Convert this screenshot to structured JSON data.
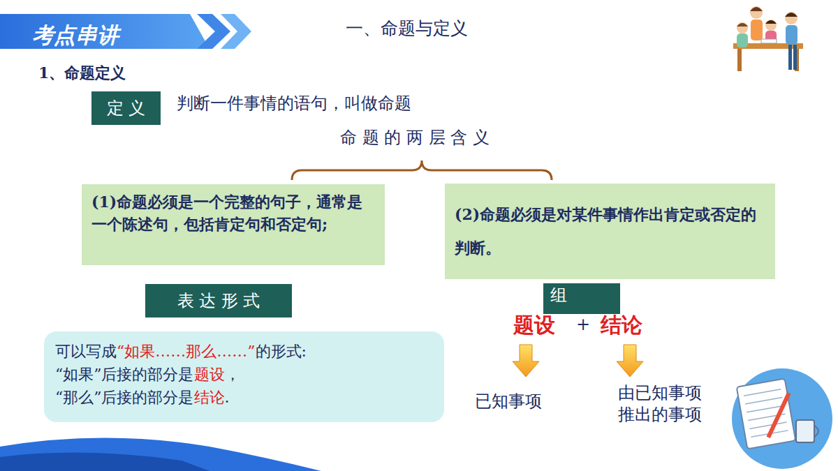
{
  "diagram": {
    "title": "一、命题与定义",
    "nodes": [
      {
        "text": [
          "考点串讲"
        ]
      },
      {
        "text": [
          "定 义"
        ]
      },
      {
        "text": [
          "(1)命题必须是一个完整的句子，通常是一个陈述句，包括肯定句和否定句;"
        ]
      },
      {
        "text": [
          "(2)命题必须是对某件事情作出肯定或否定的判断。"
        ]
      },
      {
        "text": [
          "表 达 形 式"
        ]
      },
      {
        "text": [
          "可以写成",
          "“如果……那么……”",
          "的形式:",
          "“如果”后接的部分是",
          "题设",
          "，",
          "“那么”后接的部分是",
          "结论",
          "."
        ]
      },
      {
        "text": [
          "组"
        ]
      }
    ],
    "labels": [
      "1、命题定义",
      "判断一件事情的语句，叫做命题",
      "命 题 的 两 层 含 义",
      "题设",
      "+",
      "结论",
      "已知事项",
      "由已知事项 推出的事项"
    ]
  }
}
